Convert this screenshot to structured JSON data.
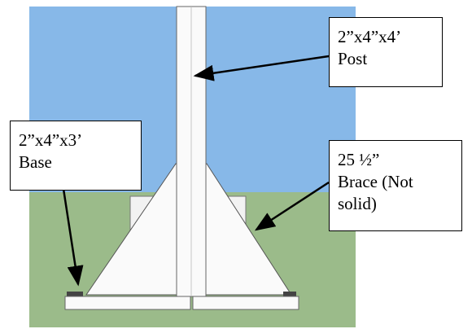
{
  "labels": {
    "post": {
      "line1": "2”x4”x4’",
      "line2": "Post"
    },
    "base": {
      "line1": "2”x4”x3’",
      "line2": "Base"
    },
    "brace": {
      "line1": "25 ½”",
      "line2": "Brace (Not",
      "line3": "solid)"
    }
  },
  "colors": {
    "sky": "#87b8e8",
    "ground": "#9bbb8a",
    "wood": "#fafafa",
    "outline": "#555555",
    "arrow": "#000000"
  }
}
